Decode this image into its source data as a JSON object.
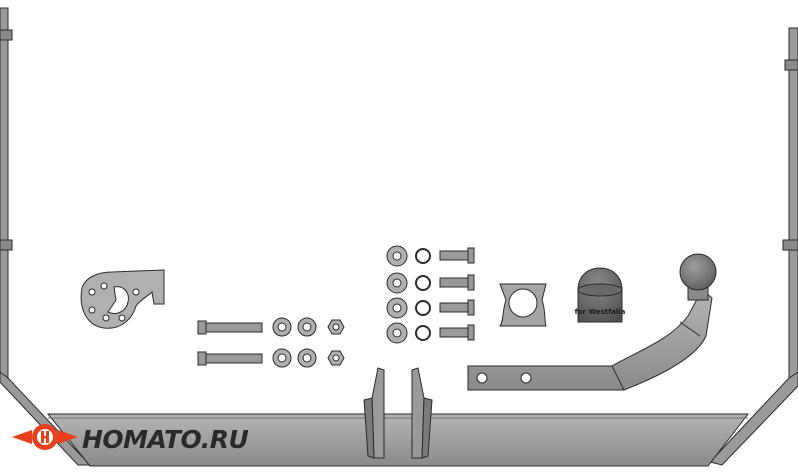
{
  "image": {
    "subject": "tow-hitch-kit-diagram"
  },
  "ball_cover": {
    "label": "for Westfalia"
  },
  "watermark": {
    "text": "HOMATO.RU"
  },
  "colors": {
    "background": "#ffffff",
    "part_fill": "#9a9a9a",
    "part_dark": "#6f6f6f",
    "outline": "#2a2a2a",
    "logo_red": "#e8401c"
  }
}
